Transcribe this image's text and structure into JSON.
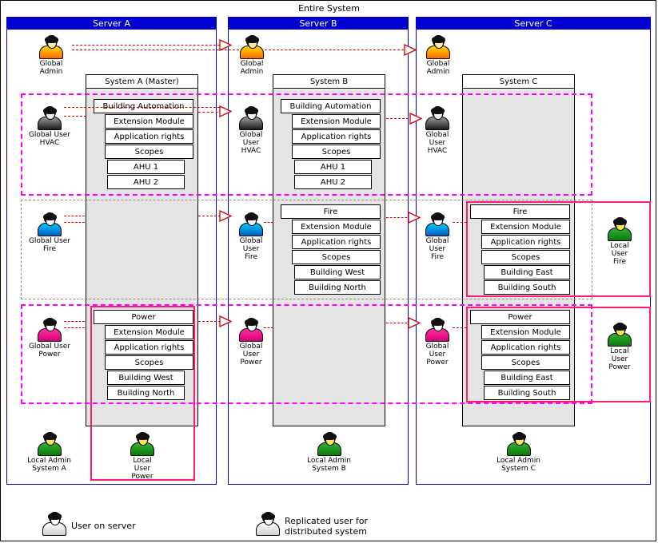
{
  "title": "Entire System",
  "servers": [
    {
      "name": "Server A",
      "system": "System A (Master)"
    },
    {
      "name": "Server B",
      "system": "System B"
    },
    {
      "name": "Server C",
      "system": "System C"
    }
  ],
  "legend": [
    {
      "icon": "user-icon",
      "text": "User on server"
    },
    {
      "icon": "user-icon",
      "text": "Replicated user for\ndistributed system"
    }
  ],
  "people": {
    "global_admin": "Global\nAdmin",
    "global_admin_a": "Global\nAdmin",
    "global_user_hvac_wide": "Global User\nHVAC",
    "global_user_hvac": "Global\nUser\nHVAC",
    "global_user_fire_wide": "Global User\nFire",
    "global_user_fire": "Global\nUser\nFire",
    "global_user_power_wide": "Global User\nPower",
    "global_user_power": "Global\nUser\nPower",
    "local_admin_a": "Local Admin\nSystem A",
    "local_admin_b": "Local Admin\nSystem B",
    "local_admin_c": "Local Admin\nSystem C",
    "local_user_power_a": "Local\nUser\nPower",
    "local_user_fire_c": "Local\nUser\nFire",
    "local_user_power_c": "Local\nUser\nPower"
  },
  "trees": {
    "hvac_a": {
      "root": "Building Automation",
      "children": [
        "Extension Module",
        "Application rights",
        "Scopes"
      ],
      "scopes": [
        "AHU 1",
        "AHU 2"
      ]
    },
    "hvac_b": {
      "root": "Building Automation",
      "children": [
        "Extension Module",
        "Application rights",
        "Scopes"
      ],
      "scopes": [
        "AHU 1",
        "AHU 2"
      ]
    },
    "fire_b": {
      "root": "Fire",
      "children": [
        "Extension Module",
        "Application rights",
        "Scopes"
      ],
      "scopes": [
        "Building West",
        "Building North"
      ]
    },
    "fire_c": {
      "root": "Fire",
      "children": [
        "Extension Module",
        "Application rights",
        "Scopes"
      ],
      "scopes": [
        "Building East",
        "Building South"
      ]
    },
    "power_a": {
      "root": "Power",
      "children": [
        "Extension Module",
        "Application rights",
        "Scopes"
      ],
      "scopes": [
        "Building West",
        "Building North"
      ]
    },
    "power_c": {
      "root": "Power",
      "children": [
        "Extension Module",
        "Application rights",
        "Scopes"
      ],
      "scopes": [
        "Building East",
        "Building South"
      ]
    }
  },
  "colors": {
    "server_header": "#0000d0",
    "server_border": "#0000c8",
    "system_body": "#e4e4e4",
    "group_hvac": "#ff00ff",
    "group_fire": "#8c8c8c",
    "group_power": "#ff00ff",
    "instance_box": "#ff1a75",
    "replication_arrow": "#d00000"
  }
}
